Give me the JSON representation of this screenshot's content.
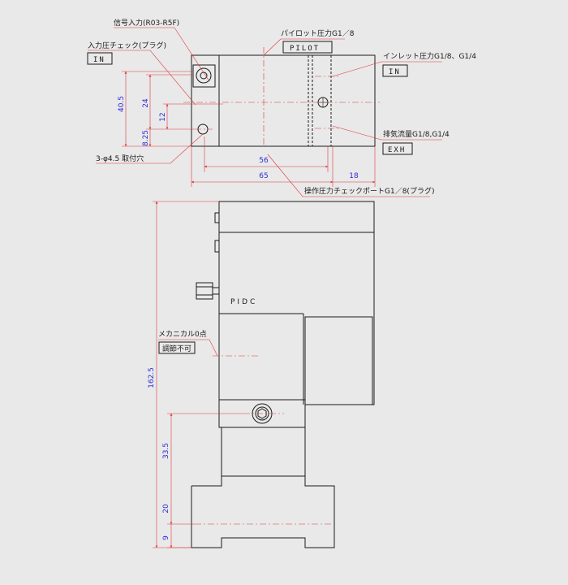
{
  "colors": {
    "background": "#e9e9e9",
    "outline": "#1a1a1a",
    "leader": "#e0363c",
    "dimension_text": "#2b2bd9"
  },
  "labels": {
    "signal_input": "信号入力(R03-R5F)",
    "pilot_pressure": "パイロット圧力G1／8",
    "pilot_box": "PILOT",
    "input_check": "入力圧チェック(プラグ)",
    "in_left": "IN",
    "inlet_pressure": "インレット圧力G1/8、G1/4",
    "in_right": "IN",
    "exhaust_flow": "排気流量G1/8,G1/4",
    "exh_box": "EXH",
    "mount_holes": "3-φ4.5  取付穴",
    "op_check_port": "操作圧力チェックポートG1／8(プラグ)",
    "brand": "PIDC",
    "mechanical_zero": "メカニカル0点",
    "no_adjust": "調節不可"
  },
  "dimensions": {
    "d_40_5": "40.5",
    "d_24": "24",
    "d_12": "12",
    "d_8_25": "8.25",
    "d_56": "56",
    "d_65": "65",
    "d_18": "18",
    "d_162_5": "162.5",
    "d_33_5": "33.5",
    "d_20": "20",
    "d_9": "9"
  }
}
